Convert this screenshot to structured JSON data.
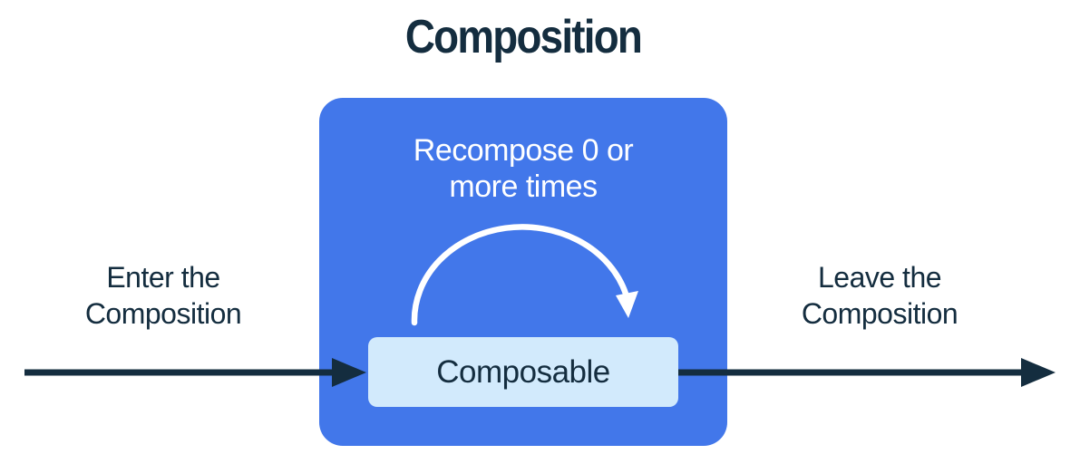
{
  "title": "Composition",
  "composition": {
    "recompose_label": "Recompose 0 or more times",
    "composable_label": "Composable"
  },
  "enter_label": "Enter the Composition",
  "leave_label": "Leave the Composition",
  "icons": {
    "recompose_arc": "clockwise-arc-arrow",
    "enter_arrow": "right-arrow",
    "leave_arrow": "right-arrow"
  },
  "colors": {
    "blue": "#4277EA",
    "light-blue": "#D2EAFC",
    "navy": "#142D3F",
    "white": "#FFFFFF"
  }
}
